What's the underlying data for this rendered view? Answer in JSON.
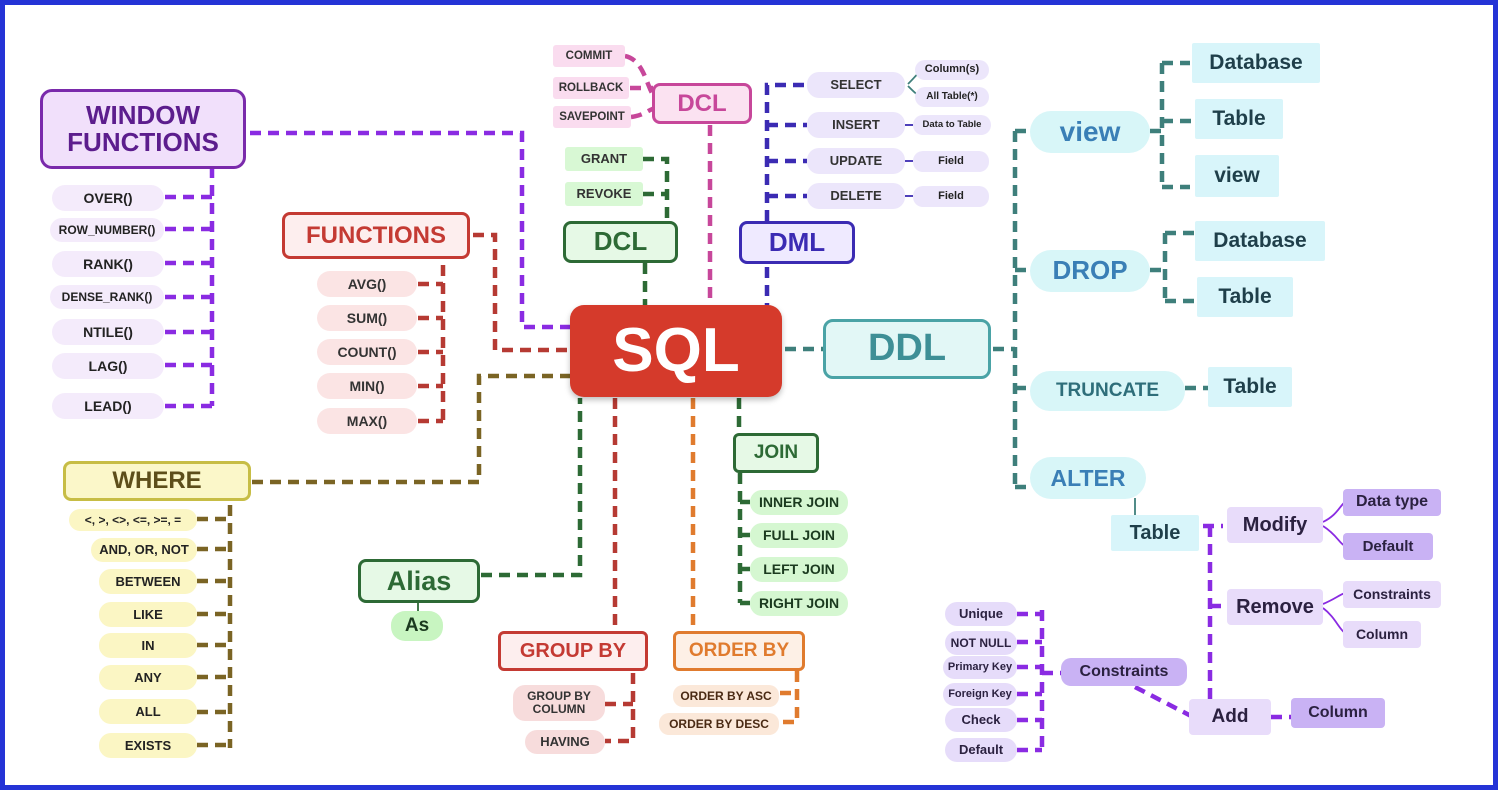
{
  "diagram": {
    "root": "SQL",
    "window_functions": {
      "title": "WINDOW\nFUNCTIONS",
      "items": [
        "OVER()",
        "ROW_NUMBER()",
        "RANK()",
        "DENSE_RANK()",
        "NTILE()",
        "LAG()",
        "LEAD()"
      ]
    },
    "functions": {
      "title": "FUNCTIONS",
      "items": [
        "AVG()",
        "SUM()",
        "COUNT()",
        "MIN()",
        "MAX()"
      ]
    },
    "dcl_top": {
      "title": "DCL",
      "items": [
        "COMMIT",
        "ROLLBACK",
        "SAVEPOINT"
      ]
    },
    "dcl": {
      "title": "DCL",
      "items": [
        "GRANT",
        "REVOKE"
      ]
    },
    "dml": {
      "title": "DML",
      "items": [
        {
          "label": "SELECT",
          "subs": [
            "Column(s)",
            "All Table(*)"
          ]
        },
        {
          "label": "INSERT",
          "subs": [
            "Data to Table"
          ]
        },
        {
          "label": "UPDATE",
          "subs": [
            "Field"
          ]
        },
        {
          "label": "DELETE",
          "subs": [
            "Field"
          ]
        }
      ]
    },
    "where": {
      "title": "WHERE",
      "items": [
        "<, >, <>, <=, >=, =",
        "AND, OR, NOT",
        "BETWEEN",
        "LIKE",
        "IN",
        "ANY",
        "ALL",
        "EXISTS"
      ]
    },
    "alias": {
      "title": "Alias",
      "items": [
        "As"
      ]
    },
    "join": {
      "title": "JOIN",
      "items": [
        "INNER JOIN",
        "FULL JOIN",
        "LEFT JOIN",
        "RIGHT JOIN"
      ]
    },
    "group_by": {
      "title": "GROUP BY",
      "items": [
        "GROUP BY\nCOLUMN",
        "HAVING"
      ]
    },
    "order_by": {
      "title": "ORDER BY",
      "items": [
        "ORDER BY ASC",
        "ORDER BY DESC"
      ]
    },
    "ddl": {
      "title": "DDL",
      "view": {
        "label": "view",
        "items": [
          "Database",
          "Table",
          "view"
        ]
      },
      "drop": {
        "label": "DROP",
        "items": [
          "Database",
          "Table"
        ]
      },
      "truncate": {
        "label": "TRUNCATE",
        "items": [
          "Table"
        ]
      },
      "alter": {
        "label": "ALTER",
        "table": "Table",
        "modify": {
          "label": "Modify",
          "items": [
            "Data type",
            "Default"
          ]
        },
        "remove": {
          "label": "Remove",
          "items": [
            "Constraints",
            "Column"
          ]
        },
        "add": {
          "label": "Add",
          "items": [
            "Column"
          ]
        },
        "constraints": {
          "label": "Constraints",
          "items": [
            "Unique",
            "NOT NULL",
            "Primary Key",
            "Foreign Key",
            "Check",
            "Default"
          ]
        }
      }
    },
    "colors": {
      "border": "#2433d6",
      "sql": "#d53a2b",
      "window": "#8a2be2",
      "functions": "#b63a33",
      "dcl_top": "#c7479a",
      "dcl": "#2d6a35",
      "dml": "#3b2bb3",
      "where": "#7a6424",
      "join": "#2d6a35",
      "group_by": "#b63a33",
      "order_by": "#e07b2e",
      "ddl": "#3e7f7b",
      "alter": "#8a2be2"
    }
  }
}
